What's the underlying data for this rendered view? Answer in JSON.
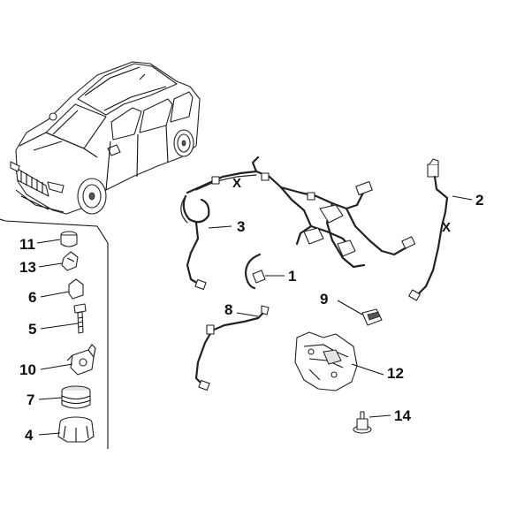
{
  "callouts": {
    "c1": "1",
    "c2": "2",
    "c3": "3",
    "c4": "4",
    "c5": "5",
    "c6": "6",
    "c7": "7",
    "c8": "8",
    "c9": "9",
    "c10": "10",
    "c11": "11",
    "c12": "12",
    "c13": "13",
    "c14": "14"
  },
  "cut_marks": {
    "harness_x": "X",
    "cable_x": "X"
  },
  "icons": {
    "vehicle": "suv-vehicle-icon",
    "harness": "wiring-harness-icon",
    "bracket": "mounting-bracket-icon",
    "connector": "connector-icon",
    "bolt": "bolt-icon",
    "cap": "protective-cap-icon"
  },
  "colors": {
    "ink": "#111111",
    "shade": "#e3e3e3",
    "paper": "#ffffff"
  }
}
